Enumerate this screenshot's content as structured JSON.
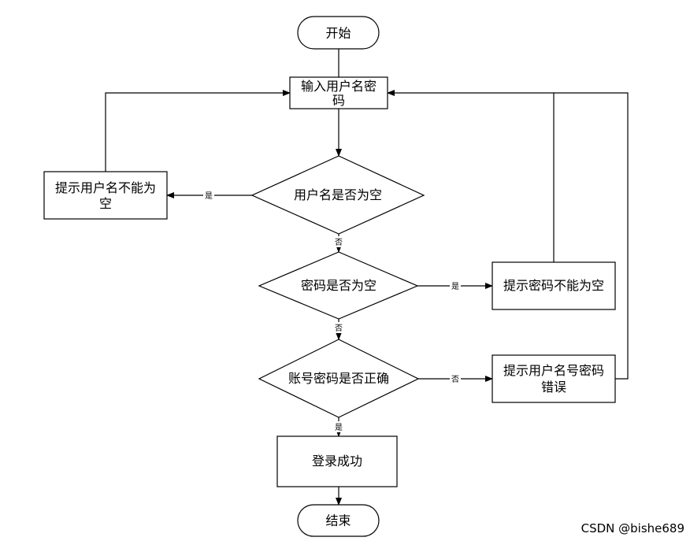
{
  "nodes": {
    "start": "开始",
    "input_line1": "输入用户名密",
    "input_line2": "码",
    "check_user": "用户名是否为空",
    "user_empty_line1": "提示用户名不能为",
    "user_empty_line2": "空",
    "check_pwd": "密码是否为空",
    "pwd_empty": "提示密码不能为空",
    "check_correct": "账号密码是否正确",
    "wrong_line1": "提示用户名号密码",
    "wrong_line2": "错误",
    "success": "登录成功",
    "end": "结束"
  },
  "edges": {
    "user_yes": "是",
    "user_no": "否",
    "pwd_yes": "是",
    "pwd_no": "否",
    "correct_no": "否",
    "correct_yes": "是"
  },
  "watermark": "CSDN @bishe689"
}
